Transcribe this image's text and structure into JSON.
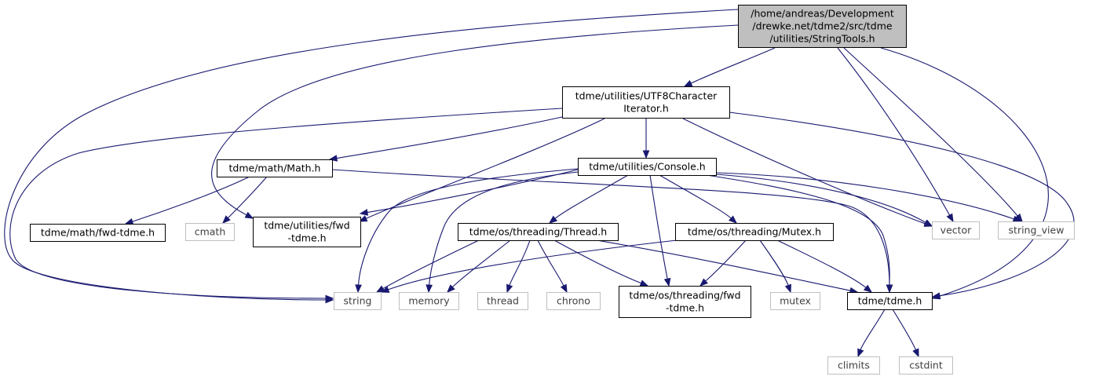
{
  "colors": {
    "edge": "#191970",
    "root_fill": "#bfbfbf",
    "node_border": "#000000",
    "node_fill": "#ffffff",
    "external_border": "#bfbfbf",
    "external_text": "#404040",
    "node_text": "#000000"
  },
  "nodes": [
    {
      "id": "root",
      "kind": "root",
      "lines": [
        "/home/andreas/Development",
        "/drewke.net/tdme2/src/tdme",
        "/utilities/StringTools.h"
      ]
    },
    {
      "id": "utf8",
      "kind": "local",
      "lines": [
        "tdme/utilities/UTF8Character",
        "Iterator.h"
      ]
    },
    {
      "id": "math",
      "kind": "local",
      "lines": [
        "tdme/math/Math.h"
      ]
    },
    {
      "id": "console",
      "kind": "local",
      "lines": [
        "tdme/utilities/Console.h"
      ]
    },
    {
      "id": "mathfwd",
      "kind": "local",
      "lines": [
        "tdme/math/fwd-tdme.h"
      ]
    },
    {
      "id": "cmath",
      "kind": "external",
      "lines": [
        "cmath"
      ]
    },
    {
      "id": "utilfwd",
      "kind": "local",
      "lines": [
        "tdme/utilities/fwd",
        "-tdme.h"
      ]
    },
    {
      "id": "thread",
      "kind": "local",
      "lines": [
        "tdme/os/threading/Thread.h"
      ]
    },
    {
      "id": "mutex",
      "kind": "local",
      "lines": [
        "tdme/os/threading/Mutex.h"
      ]
    },
    {
      "id": "vector",
      "kind": "external",
      "lines": [
        "vector"
      ]
    },
    {
      "id": "string_view",
      "kind": "external",
      "lines": [
        "string_view"
      ]
    },
    {
      "id": "string",
      "kind": "external",
      "lines": [
        "string"
      ]
    },
    {
      "id": "memory",
      "kind": "external",
      "lines": [
        "memory"
      ]
    },
    {
      "id": "std_thread",
      "kind": "external",
      "lines": [
        "thread"
      ]
    },
    {
      "id": "chrono",
      "kind": "external",
      "lines": [
        "chrono"
      ]
    },
    {
      "id": "threadfwd",
      "kind": "local",
      "lines": [
        "tdme/os/threading/fwd",
        "-tdme.h"
      ]
    },
    {
      "id": "std_mutex",
      "kind": "external",
      "lines": [
        "mutex"
      ]
    },
    {
      "id": "tdme",
      "kind": "local",
      "lines": [
        "tdme/tdme.h"
      ]
    },
    {
      "id": "climits",
      "kind": "external",
      "lines": [
        "climits"
      ]
    },
    {
      "id": "cstdint",
      "kind": "external",
      "lines": [
        "cstdint"
      ]
    }
  ],
  "edges": [
    {
      "from": "root",
      "to": "utf8"
    },
    {
      "from": "root",
      "to": "string"
    },
    {
      "from": "root",
      "to": "utilfwd"
    },
    {
      "from": "root",
      "to": "vector"
    },
    {
      "from": "root",
      "to": "string_view"
    },
    {
      "from": "root",
      "to": "tdme"
    },
    {
      "from": "utf8",
      "to": "math"
    },
    {
      "from": "utf8",
      "to": "console"
    },
    {
      "from": "utf8",
      "to": "string"
    },
    {
      "from": "utf8",
      "to": "utilfwd"
    },
    {
      "from": "utf8",
      "to": "vector"
    },
    {
      "from": "utf8",
      "to": "tdme"
    },
    {
      "from": "math",
      "to": "mathfwd"
    },
    {
      "from": "math",
      "to": "cmath"
    },
    {
      "from": "math",
      "to": "tdme"
    },
    {
      "from": "console",
      "to": "utilfwd"
    },
    {
      "from": "console",
      "to": "thread"
    },
    {
      "from": "console",
      "to": "mutex"
    },
    {
      "from": "console",
      "to": "string"
    },
    {
      "from": "console",
      "to": "memory"
    },
    {
      "from": "console",
      "to": "threadfwd"
    },
    {
      "from": "console",
      "to": "tdme"
    },
    {
      "from": "console",
      "to": "vector"
    },
    {
      "from": "console",
      "to": "string_view"
    },
    {
      "from": "thread",
      "to": "string"
    },
    {
      "from": "thread",
      "to": "memory"
    },
    {
      "from": "thread",
      "to": "std_thread"
    },
    {
      "from": "thread",
      "to": "chrono"
    },
    {
      "from": "thread",
      "to": "threadfwd"
    },
    {
      "from": "thread",
      "to": "tdme"
    },
    {
      "from": "mutex",
      "to": "string"
    },
    {
      "from": "mutex",
      "to": "threadfwd"
    },
    {
      "from": "mutex",
      "to": "std_mutex"
    },
    {
      "from": "mutex",
      "to": "tdme"
    },
    {
      "from": "tdme",
      "to": "climits"
    },
    {
      "from": "tdme",
      "to": "cstdint"
    }
  ]
}
